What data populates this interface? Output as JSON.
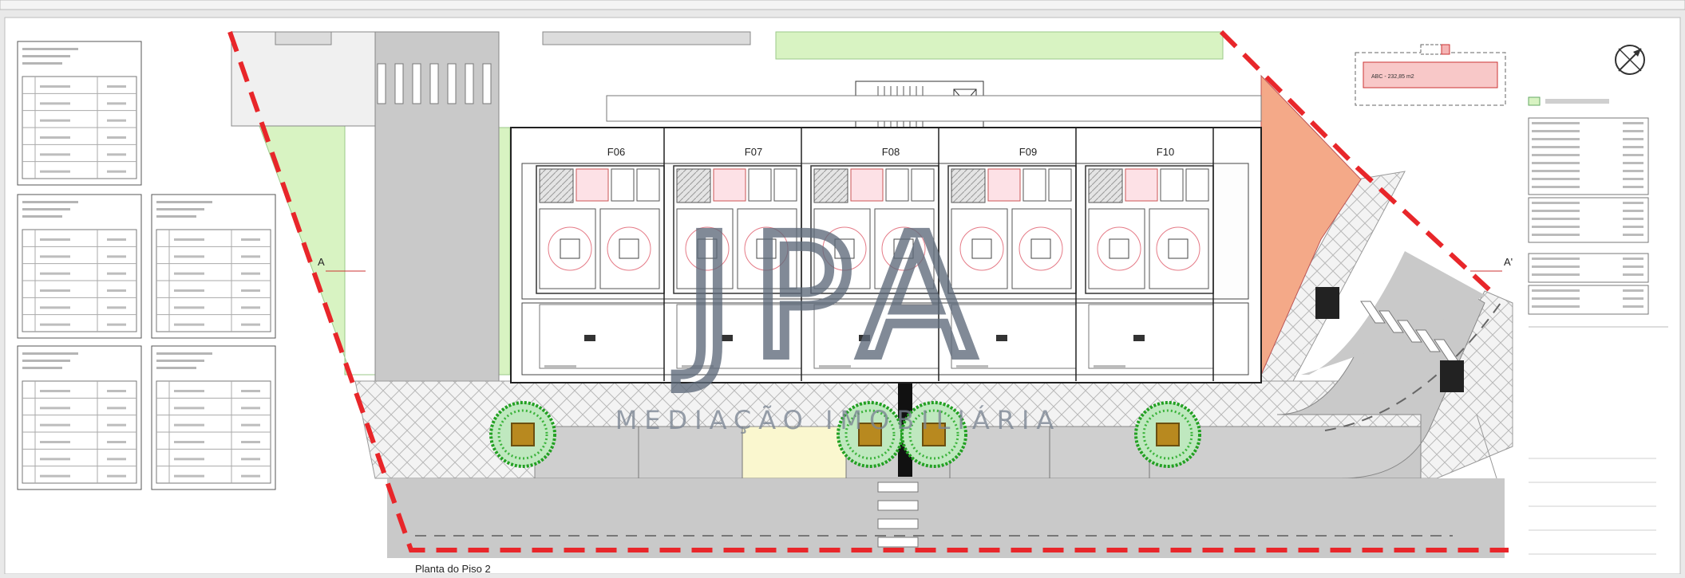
{
  "plan": {
    "caption": "Planta do Piso 2",
    "section_left": "A",
    "section_right": "A'",
    "area_label": "ABC - 232,85 m2"
  },
  "watermark": {
    "logo": "JPA",
    "subtitle": "MEDIAÇÃO IMOBILIÁRIA"
  },
  "units": [
    {
      "id": "F06"
    },
    {
      "id": "F07"
    },
    {
      "id": "F08"
    },
    {
      "id": "F09"
    },
    {
      "id": "F10"
    }
  ],
  "colors": {
    "boundary": "#e8262a",
    "lawn": "#d8f3c2",
    "terrace": "#f4a988",
    "road": "#c9c9c9",
    "tree": "#3cb33c",
    "watermark": "#5e6a7a"
  }
}
